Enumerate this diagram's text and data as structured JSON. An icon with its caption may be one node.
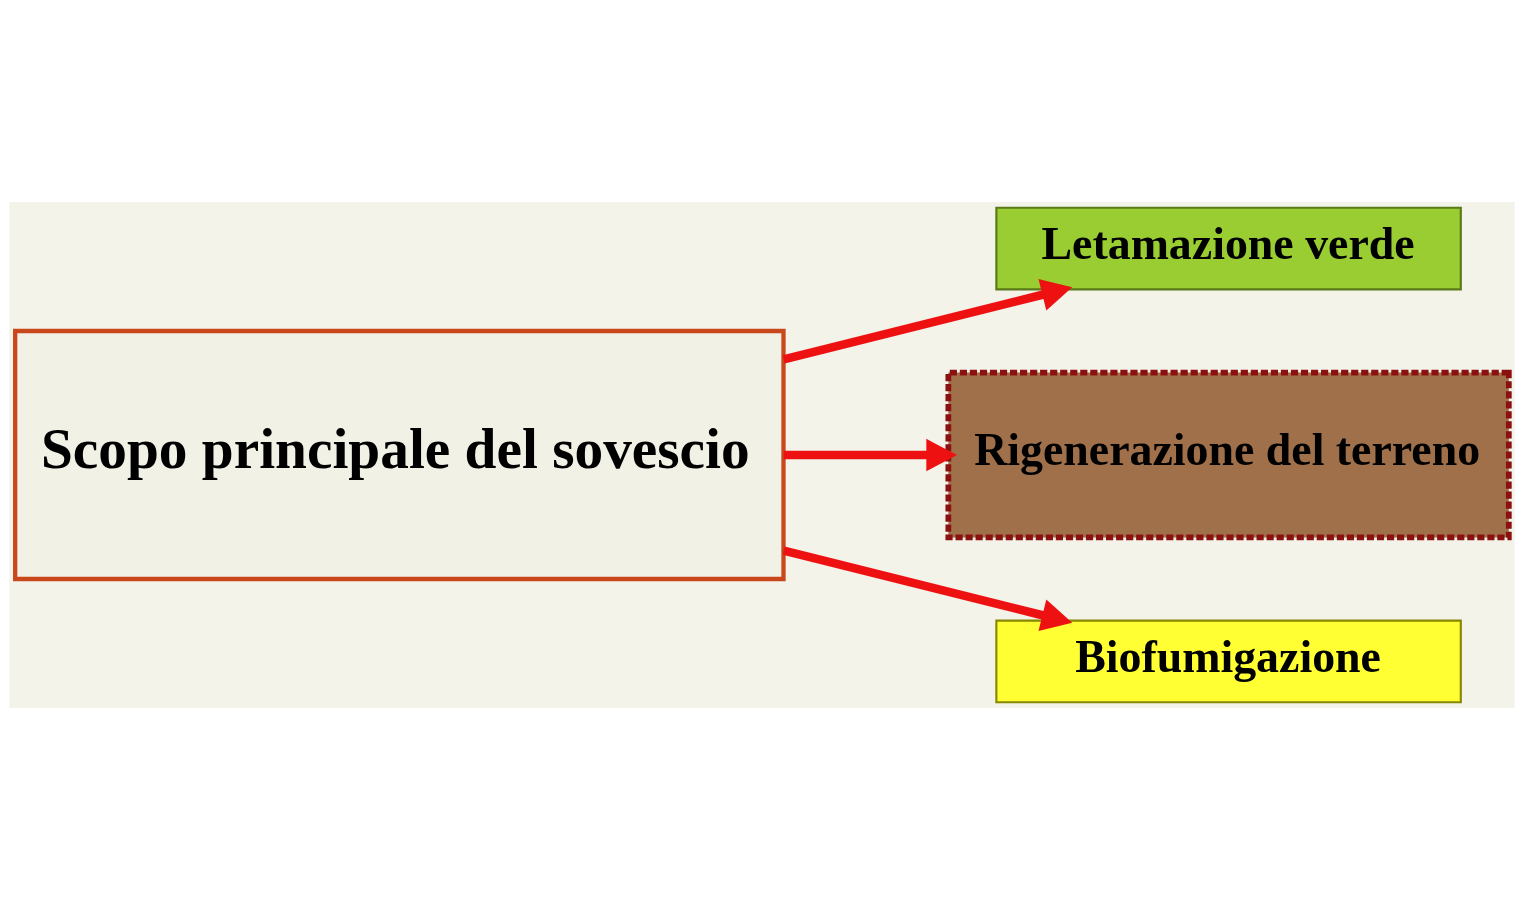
{
  "diagram": {
    "nodes": [
      {
        "text": [
          "Scopo principale del sovescio"
        ]
      },
      {
        "text": [
          "Letamazione verde"
        ]
      },
      {
        "text": [
          "Rigenerazione del terreno"
        ]
      },
      {
        "text": [
          "Biofumigazione"
        ]
      }
    ],
    "edges": [
      {
        "from": 0,
        "to": 1,
        "arrow": "to"
      },
      {
        "from": 0,
        "to": 2,
        "arrow": "to"
      },
      {
        "from": 0,
        "to": 3,
        "arrow": "to"
      }
    ]
  }
}
